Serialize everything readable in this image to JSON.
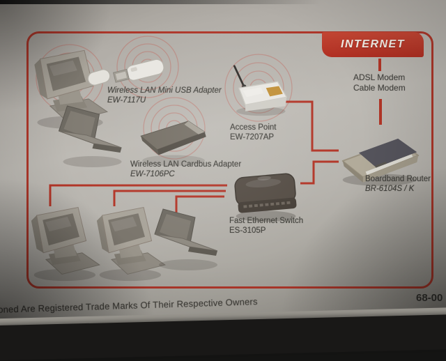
{
  "internet": {
    "label": "INTERNET"
  },
  "wan": {
    "line1": "ADSL Modem",
    "line2": "Cable Modem"
  },
  "devices": {
    "usb_adapter": {
      "name": "Wireless LAN Mini USB Adapter",
      "model": "EW-7117U"
    },
    "access_point": {
      "name": "Access Point",
      "model": "EW-7207AP"
    },
    "cardbus_adapter": {
      "name": "Wireless LAN Cardbus Adapter",
      "model": "EW-7106PC"
    },
    "router": {
      "name": "Boardband Router",
      "model": "BR-6104S / K"
    },
    "ethernet_switch": {
      "name": "Fast Ethernet Switch",
      "model": "ES-3105P"
    }
  },
  "footer": {
    "trademark_notice": "ioned Are Registered Trade Marks Of Their Respective Owners",
    "document_number": "68-00"
  },
  "colors": {
    "accent_red": "#b23527",
    "paper_gray": "#b4b1ab",
    "text_dark": "#41403b"
  }
}
